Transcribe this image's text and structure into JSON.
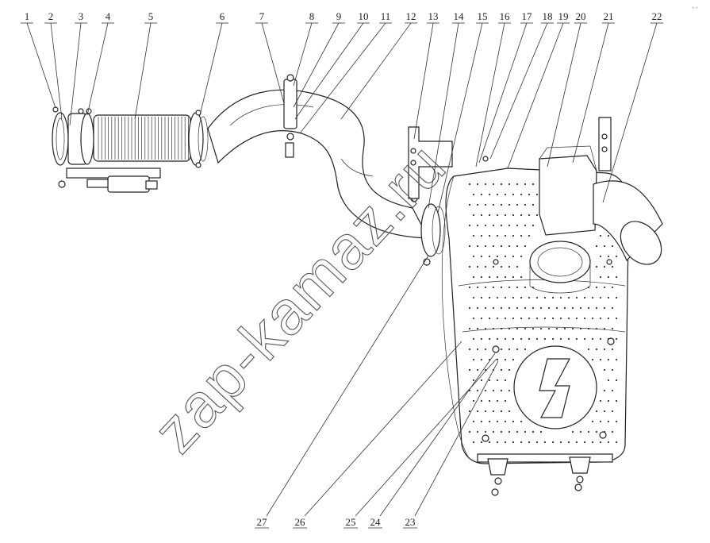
{
  "diagram": {
    "top_labels": [
      "1",
      "2",
      "3",
      "4",
      "5",
      "6",
      "7",
      "8",
      "9",
      "10",
      "11",
      "12",
      "13",
      "14",
      "15",
      "16",
      "17",
      "18",
      "19",
      "20",
      "21",
      "22"
    ],
    "bottom_labels": [
      "27",
      "26",
      "25",
      "24",
      "23"
    ],
    "watermark": "zap-kamaz.ru",
    "corner_mark": "ᵉᵃ ᵃᵃ"
  },
  "colors": {
    "line": "#222222",
    "watermark": "#555555",
    "background": "#ffffff"
  }
}
